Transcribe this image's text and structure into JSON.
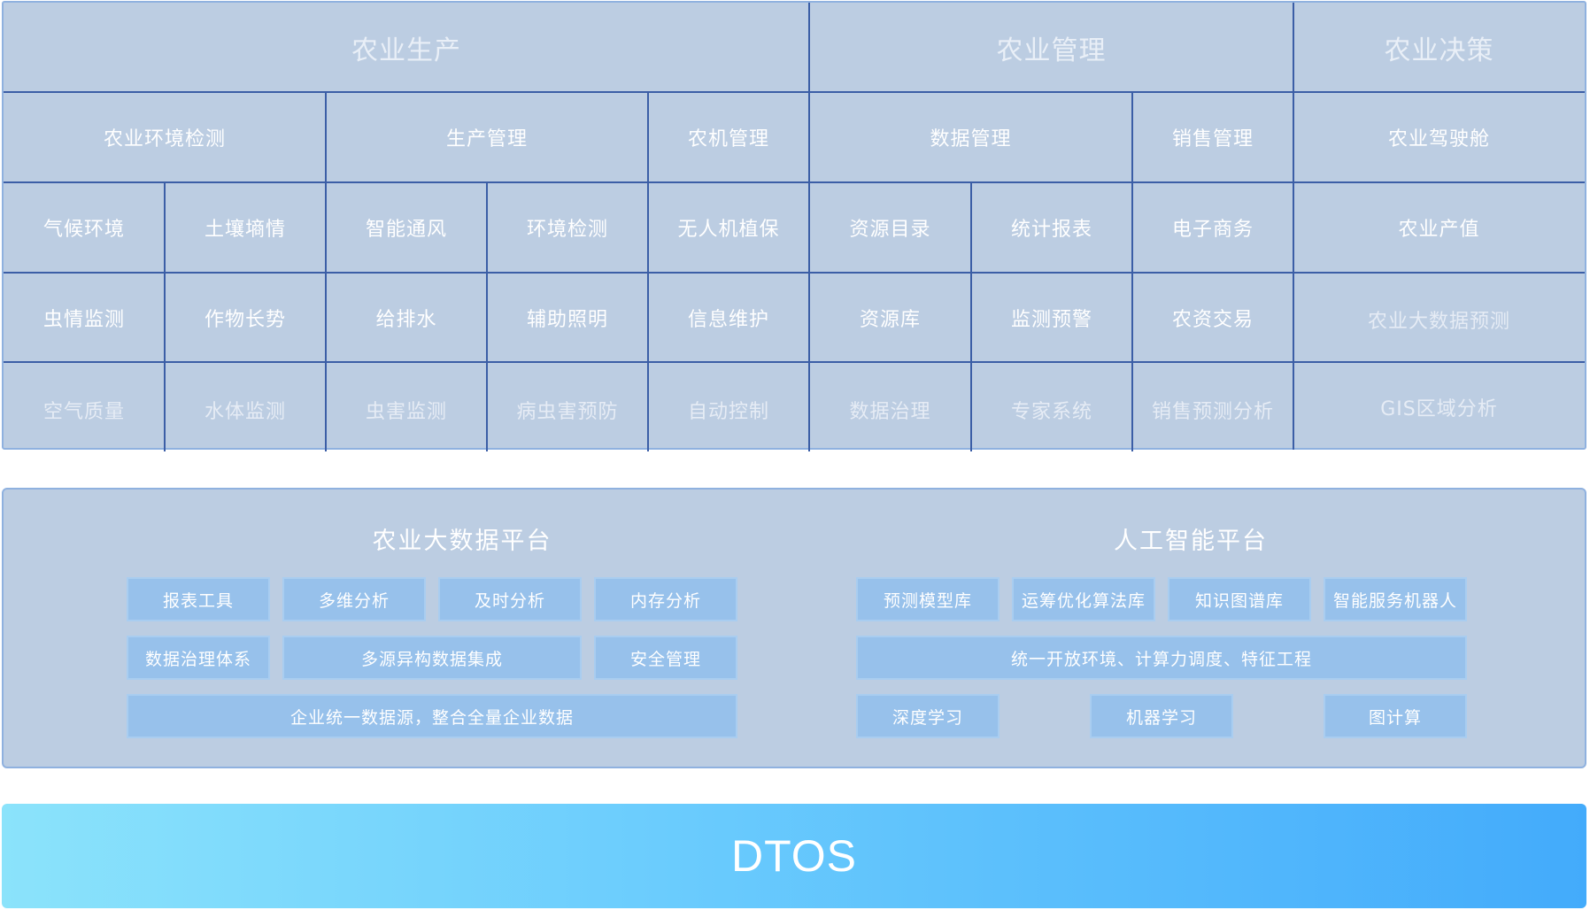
{
  "grid": {
    "headers": [
      "农业生产",
      "农业管理",
      "农业决策"
    ],
    "modules": [
      "农业环境检测",
      "生产管理",
      "农机管理",
      "数据管理",
      "销售管理",
      "农业驾驶舱"
    ],
    "row3": [
      "气候环境",
      "土壤墒情",
      "智能通风",
      "环境检测",
      "无人机植保",
      "资源目录",
      "统计报表",
      "电子商务",
      "农业产值"
    ],
    "row4": [
      "虫情监测",
      "作物长势",
      "给排水",
      "辅助照明",
      "信息维护",
      "资源库",
      "监测预警",
      "农资交易",
      "农业大数据预测"
    ],
    "row5": [
      "空气质量",
      "水体监测",
      "虫害监测",
      "病虫害预防",
      "自动控制",
      "数据治理",
      "专家系统",
      "销售预测分析",
      "GIS区域分析"
    ]
  },
  "platform": {
    "bigdata": {
      "title": "农业大数据平台",
      "chips": [
        "报表工具",
        "多维分析",
        "及时分析",
        "内存分析",
        "数据治理体系",
        "多源异构数据集成",
        "安全管理",
        "企业统一数据源，整合全量企业数据"
      ]
    },
    "ai": {
      "title": "人工智能平台",
      "chips": [
        "预测模型库",
        "运筹优化算法库",
        "知识图谱库",
        "智能服务机器人",
        "统一开放环境、计算力调度、特征工程",
        "深度学习",
        "机器学习",
        "图计算"
      ]
    }
  },
  "dtos": {
    "label": "DTOS"
  }
}
